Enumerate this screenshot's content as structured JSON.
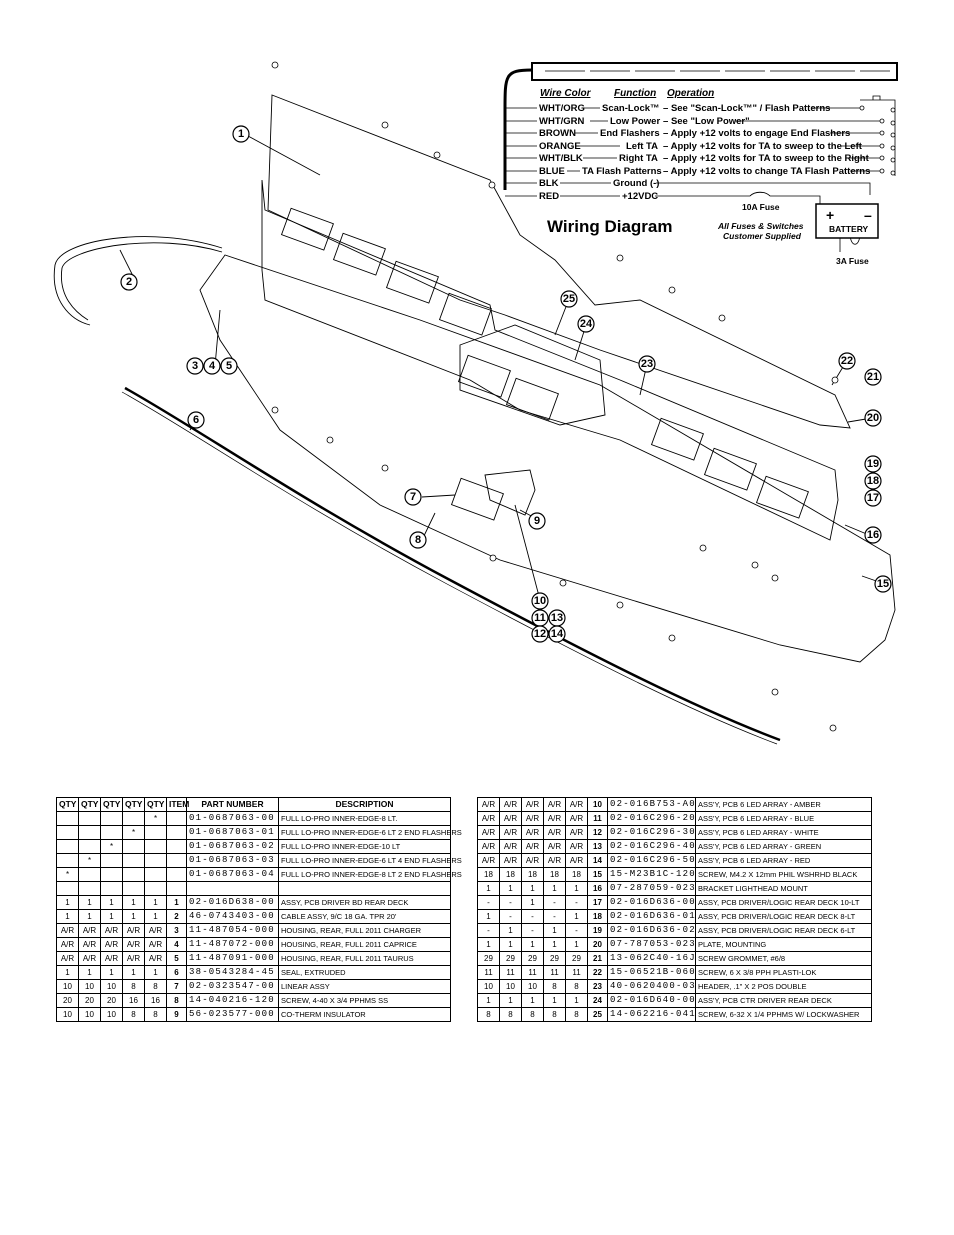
{
  "wiring": {
    "title": "Wiring Diagram",
    "headers": {
      "color": "Wire Color",
      "function": "Function",
      "operation": "Operation"
    },
    "wires": [
      {
        "color": "WHT/ORG",
        "function": "Scan-Lock™",
        "operation": "See \"Scan-Lock™\" / Flash Patterns"
      },
      {
        "color": "WHT/GRN",
        "function": "Low Power",
        "operation": "See \"Low Power\""
      },
      {
        "color": "BROWN",
        "function": "End Flashers",
        "operation": "Apply +12 volts to engage End Flashers"
      },
      {
        "color": "ORANGE",
        "function": "Left TA",
        "operation": "Apply +12 volts for TA to sweep to the Left"
      },
      {
        "color": "WHT/BLK",
        "function": "Right TA",
        "operation": "Apply +12 volts for TA to sweep to the Right"
      },
      {
        "color": "BLUE",
        "function": "TA Flash Patterns",
        "operation": "Apply +12 volts to change TA Flash Patterns"
      },
      {
        "color": "BLK",
        "function": "Ground (-)",
        "operation": ""
      },
      {
        "color": "RED",
        "function": "+12VDC",
        "operation": ""
      }
    ],
    "fuse_10a": "10A Fuse",
    "fuse_3a": "3A Fuse",
    "battery": "BATTERY",
    "plus": "+",
    "minus": "–",
    "note_line1": "All Fuses & Switches",
    "note_line2": "Customer Supplied"
  },
  "callouts": [
    "1",
    "2",
    "3",
    "4",
    "5",
    "6",
    "7",
    "8",
    "9",
    "10",
    "11",
    "12",
    "13",
    "14",
    "15",
    "16",
    "17",
    "18",
    "19",
    "20",
    "21",
    "22",
    "23",
    "24",
    "25"
  ],
  "table_left": {
    "headers": [
      "QTY",
      "QTY",
      "QTY",
      "QTY",
      "QTY",
      "ITEM",
      "PART NUMBER",
      "DESCRIPTION"
    ],
    "rows": [
      [
        "",
        "",
        "",
        "",
        "*",
        "",
        "01-0687063-00",
        "FULL LO-PRO INNER-EDGE-8 LT."
      ],
      [
        "",
        "",
        "",
        "*",
        "",
        "",
        "01-0687063-01",
        "FULL LO-PRO INNER-EDGE-6 LT 2 END FLASHERS"
      ],
      [
        "",
        "",
        "*",
        "",
        "",
        "",
        "01-0687063-02",
        "FULL LO-PRO INNER-EDGE-10 LT"
      ],
      [
        "",
        "*",
        "",
        "",
        "",
        "",
        "01-0687063-03",
        "FULL LO-PRO INNER-EDGE-6 LT 4 END FLASHERS"
      ],
      [
        "*",
        "",
        "",
        "",
        "",
        "",
        "01-0687063-04",
        "FULL LO-PRO INNER-EDGE-8 LT 2 END FLASHERS"
      ],
      [
        "",
        "",
        "",
        "",
        "",
        "",
        "",
        ""
      ],
      [
        "1",
        "1",
        "1",
        "1",
        "1",
        "1",
        "02-016D638-00",
        "ASSY, PCB DRIVER BD REAR DECK"
      ],
      [
        "1",
        "1",
        "1",
        "1",
        "1",
        "2",
        "46-0743403-00",
        "CABLE ASSY, 9/C 18 GA. TPR 20'"
      ],
      [
        "A/R",
        "A/R",
        "A/R",
        "A/R",
        "A/R",
        "3",
        "11-487054-000",
        "HOUSING, REAR, FULL 2011 CHARGER"
      ],
      [
        "A/R",
        "A/R",
        "A/R",
        "A/R",
        "A/R",
        "4",
        "11-487072-000",
        "HOUSING, REAR, FULL 2011 CAPRICE"
      ],
      [
        "A/R",
        "A/R",
        "A/R",
        "A/R",
        "A/R",
        "5",
        "11-487091-000",
        "HOUSING, REAR, FULL 2011 TAURUS"
      ],
      [
        "1",
        "1",
        "1",
        "1",
        "1",
        "6",
        "38-0543284-45",
        "SEAL, EXTRUDED"
      ],
      [
        "10",
        "10",
        "10",
        "8",
        "8",
        "7",
        "02-0323547-00",
        "LINEAR ASSY"
      ],
      [
        "20",
        "20",
        "20",
        "16",
        "16",
        "8",
        "14-040216-120",
        "SCREW, 4-40 X 3/4 PPHMS SS"
      ],
      [
        "10",
        "10",
        "10",
        "8",
        "8",
        "9",
        "56-023577-000",
        "CO-THERM INSULATOR"
      ]
    ]
  },
  "table_right": {
    "rows": [
      [
        "A/R",
        "A/R",
        "A/R",
        "A/R",
        "A/R",
        "10",
        "02-016B753-A0",
        "ASS'Y, PCB 6 LED ARRAY - AMBER"
      ],
      [
        "A/R",
        "A/R",
        "A/R",
        "A/R",
        "A/R",
        "11",
        "02-016C296-20",
        "ASS'Y, PCB 6 LED ARRAY - BLUE"
      ],
      [
        "A/R",
        "A/R",
        "A/R",
        "A/R",
        "A/R",
        "12",
        "02-016C296-30",
        "ASS'Y, PCB 6 LED ARRAY - WHITE"
      ],
      [
        "A/R",
        "A/R",
        "A/R",
        "A/R",
        "A/R",
        "13",
        "02-016C296-40",
        "ASS'Y, PCB 6 LED ARRAY - GREEN"
      ],
      [
        "A/R",
        "A/R",
        "A/R",
        "A/R",
        "A/R",
        "14",
        "02-016C296-50",
        "ASS'Y, PCB 6 LED ARRAY - RED"
      ],
      [
        "18",
        "18",
        "18",
        "18",
        "18",
        "15",
        "15-M23B1C-120",
        "SCREW, M4.2 X 12mm PHIL WSHRHD BLACK"
      ],
      [
        "1",
        "1",
        "1",
        "1",
        "1",
        "16",
        "07-287059-023",
        "BRACKET LIGHTHEAD MOUNT"
      ],
      [
        "-",
        "-",
        "1",
        "-",
        "-",
        "17",
        "02-016D636-00",
        "ASSY, PCB DRIVER/LOGIC REAR DECK 10-LT"
      ],
      [
        "1",
        "-",
        "-",
        "-",
        "1",
        "18",
        "02-016D636-01",
        "ASSY, PCB DRIVER/LOGIC REAR DECK 8-LT"
      ],
      [
        "-",
        "1",
        "-",
        "1",
        "-",
        "19",
        "02-016D636-02",
        "ASSY, PCB DRIVER/LOGIC REAR DECK 6-LT"
      ],
      [
        "1",
        "1",
        "1",
        "1",
        "1",
        "20",
        "07-787053-023",
        "PLATE, MOUNTING"
      ],
      [
        "29",
        "29",
        "29",
        "29",
        "29",
        "21",
        "13-062C40-16J",
        "SCREW GROMMET, #6/8"
      ],
      [
        "11",
        "11",
        "11",
        "11",
        "11",
        "22",
        "15-06521B-060",
        "SCREW, 6 X 3/8 PPH PLASTI-LOK"
      ],
      [
        "10",
        "10",
        "10",
        "8",
        "8",
        "23",
        "40-0620400-03",
        "HEADER, .1\" X 2 POS DOUBLE"
      ],
      [
        "1",
        "1",
        "1",
        "1",
        "1",
        "24",
        "02-016D640-00",
        "ASS'Y, PCB CTR DRIVER REAR DECK"
      ],
      [
        "8",
        "8",
        "8",
        "8",
        "8",
        "25",
        "14-062216-041",
        "SCREW, 6-32 X 1/4 PPHMS W/ LOCKWASHER"
      ]
    ]
  }
}
